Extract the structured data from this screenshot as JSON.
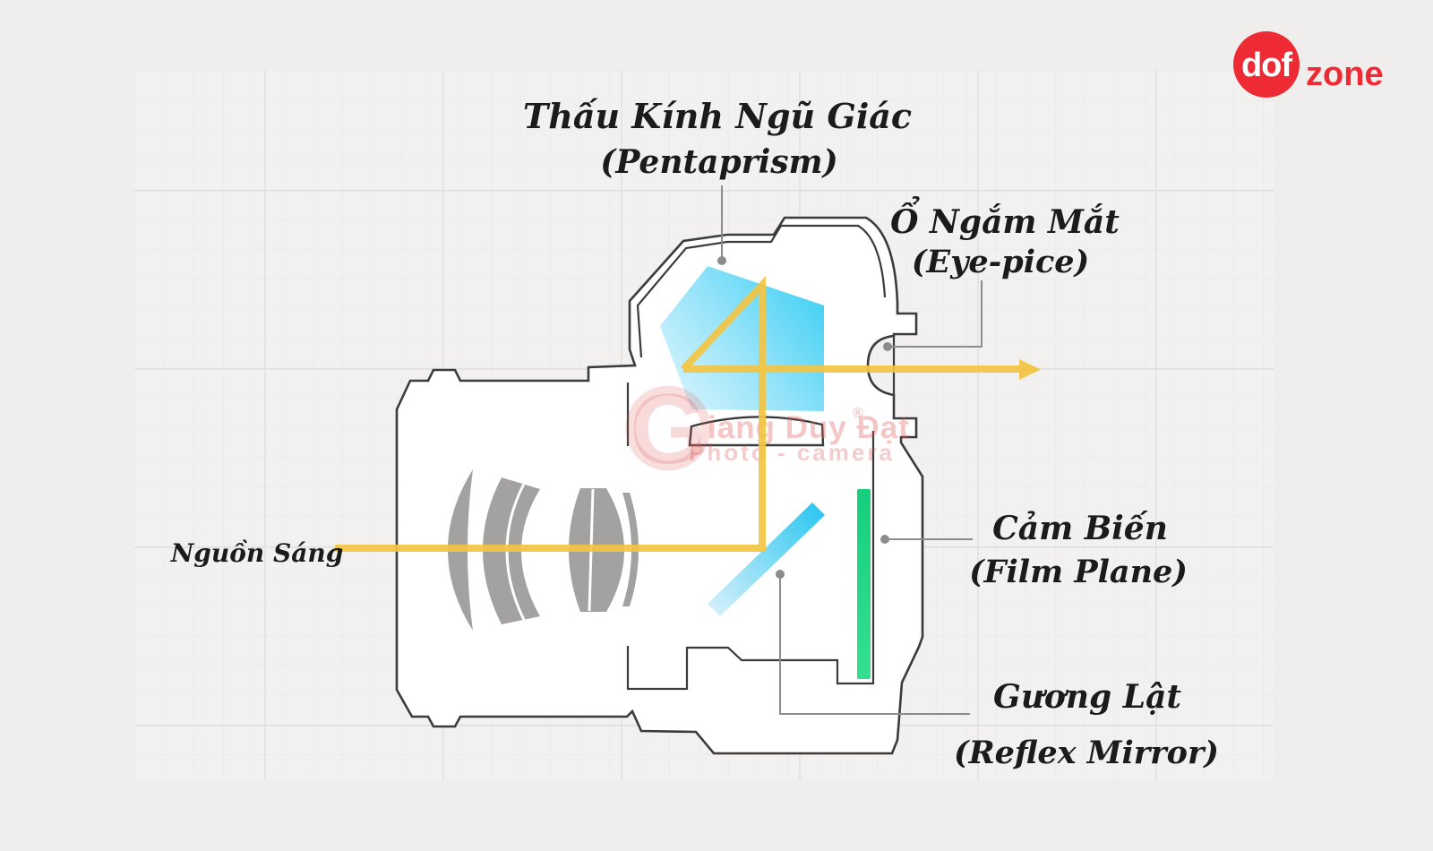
{
  "labels": {
    "pentaprism": {
      "vi": "Thấu Kính Ngũ Giác",
      "en": "(Pentaprism)"
    },
    "eyepiece": {
      "vi": "Ổ Ngắm Mắt",
      "en": "(Eye-pice)"
    },
    "sensor": {
      "vi": "Cảm Biến",
      "en": "(Film Plane)"
    },
    "mirror": {
      "vi": "Gương Lật",
      "en": "(Reflex Mirror)"
    },
    "light_source": {
      "vi": "Nguồn Sáng"
    }
  },
  "watermark": {
    "monogram": "G",
    "line1": "iang Duy Đạt",
    "reg": "®",
    "line2": "Photo - camera"
  },
  "logo": {
    "badge": "dof",
    "suffix": "zone"
  },
  "colors": {
    "background": "#efeeed",
    "text": "#1b1b1b",
    "outline": "#3b3b3b",
    "lens_gray": "#a3a2a0",
    "leader_gray": "#8c8c8c",
    "light_ray": "#f2c443",
    "prism_cyan": "#3fcff4",
    "prism_pale": "#e3f6fd",
    "mirror_cyan": "#2ec6f0",
    "mirror_pale": "#d9f1fb",
    "sensor_green": "#16ce7d",
    "sensor_green_light": "#33e090",
    "logo_red": "#ee2b35",
    "watermark_pink": "#e05a5a"
  }
}
